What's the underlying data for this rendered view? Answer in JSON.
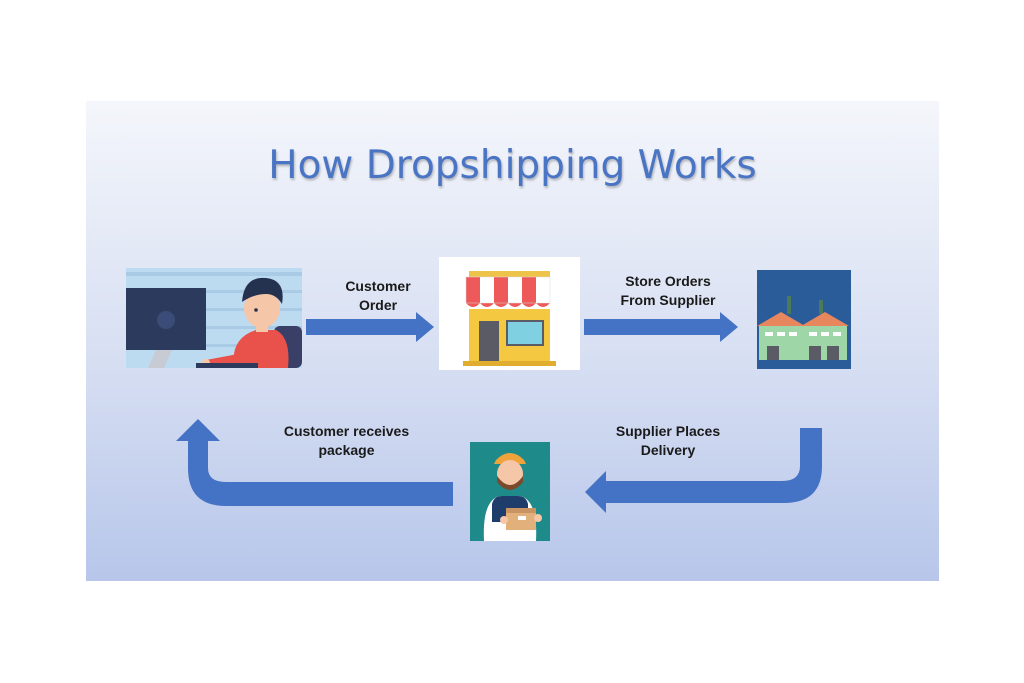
{
  "title": "How Dropshipping Works",
  "steps": {
    "customer_order": "Customer\nOrder",
    "store_orders": "Store Orders\nFrom Supplier",
    "supplier_places": "Supplier Places\nDelivery",
    "customer_receives": "Customer receives\npackage"
  },
  "nodes": [
    "customer-at-computer",
    "online-store",
    "supplier-warehouse",
    "delivery-person"
  ],
  "colors": {
    "arrow": "#4472c4",
    "title": "#4a74c4"
  }
}
